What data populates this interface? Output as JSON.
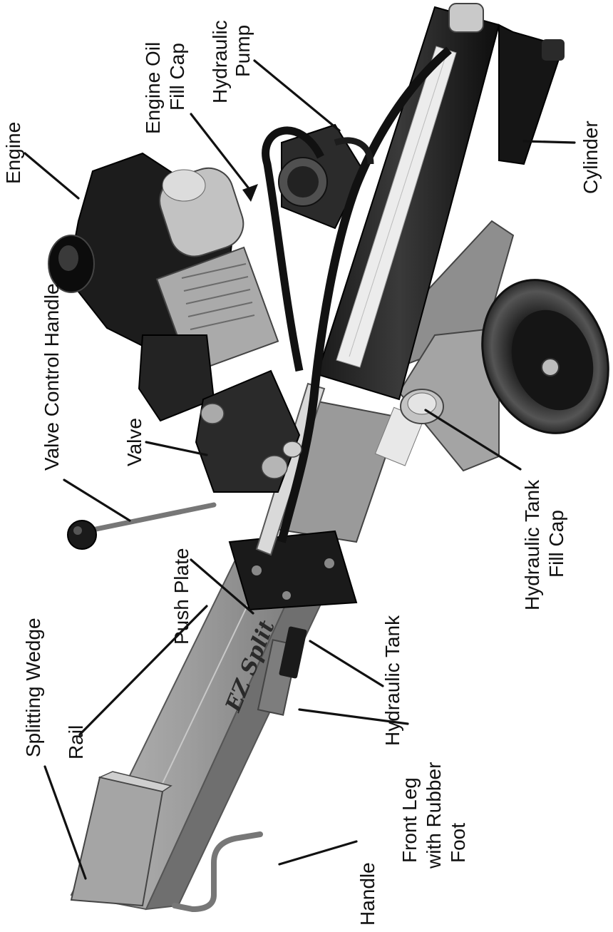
{
  "diagram": {
    "subject": "Log splitter",
    "logo_text": "EZ Split",
    "labels": {
      "engine": "Engine",
      "engine_oil_fill_cap_1": "Engine Oil",
      "engine_oil_fill_cap_2": "Fill Cap",
      "hydraulic_pump_1": "Hydraulic",
      "hydraulic_pump_2": "Pump",
      "cylinder": "Cylinder",
      "valve_control_handle": "Valve Control Handle",
      "valve": "Valve",
      "push_plate": "Push Plate",
      "splitting_wedge": "Splitting Wedge",
      "rail": "Rail",
      "hydraulic_tank": "Hydraulic Tank",
      "hydraulic_tank_fill_cap_1": "Hydraulic Tank",
      "hydraulic_tank_fill_cap_2": "Fill Cap",
      "front_leg_1": "Front Leg",
      "front_leg_2": "with Rubber",
      "front_leg_3": "Foot",
      "handle": "Handle"
    }
  }
}
